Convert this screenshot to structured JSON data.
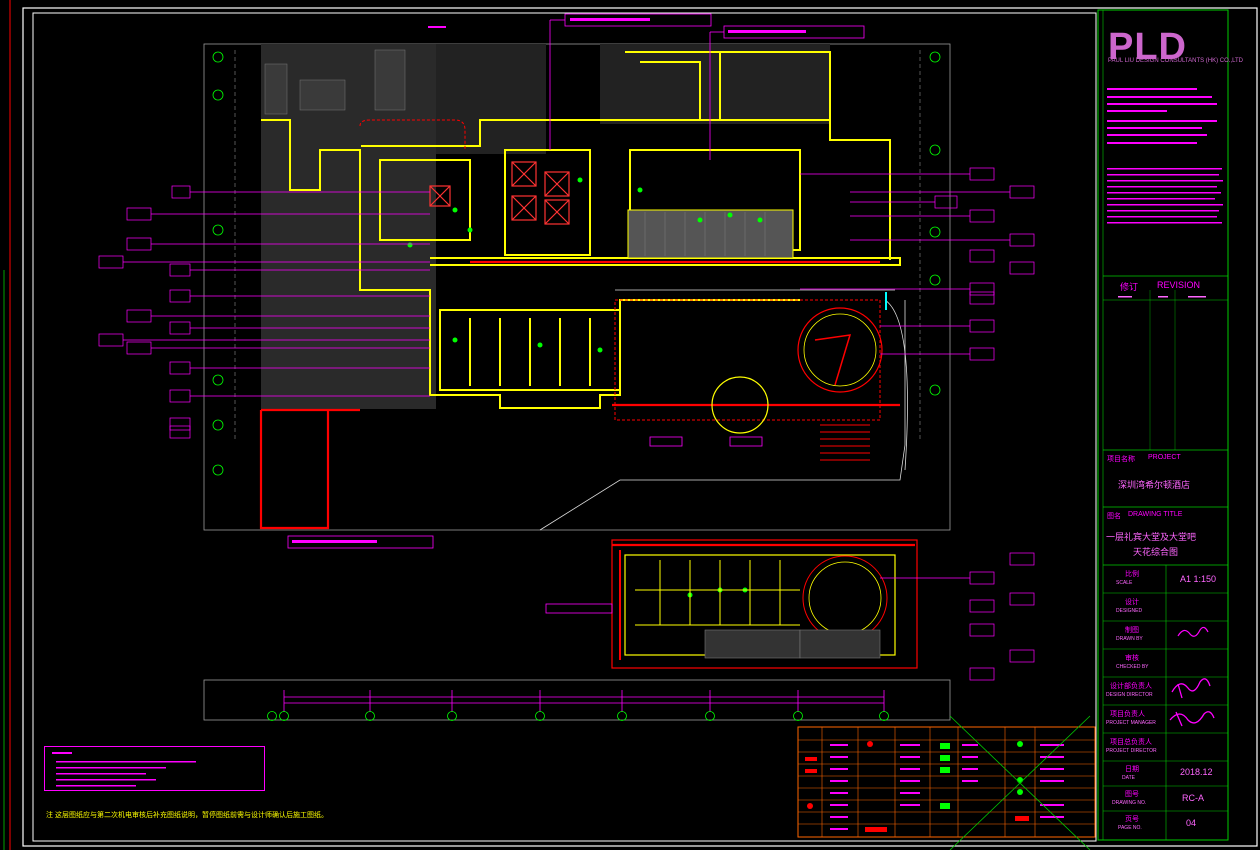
{
  "titleblock": {
    "logo": "PLD",
    "logo_sub": "PAUL LIU DESIGN CONSULTANTS (HK) CO.,LTD",
    "revision_cn": "修订",
    "revision_en": "REVISION",
    "project_cn": "项目名称",
    "project_en": "PROJECT",
    "project_name": "深圳湾希尔顿酒店",
    "drawing_title_cn": "图名",
    "drawing_title_en": "DRAWING TITLE",
    "drawing_title_1": "一层礼宾大堂及大堂吧",
    "drawing_title_2": "天花综合图",
    "scale_cn": "比例",
    "scale_en": "SCALE",
    "scale_value": "A1 1:150",
    "design_cn": "设计",
    "design_en": "DESIGNED",
    "drawn_cn": "制图",
    "drawn_en": "DRAWN BY",
    "checked_cn": "审核",
    "checked_en": "CHECKED BY",
    "design_director_cn": "设计部负责人",
    "design_director_en": "DESIGN DIRECTOR",
    "project_manager_cn": "项目负责人",
    "project_manager_en": "PROJECT MANAGER",
    "project_director_cn": "项目总负责人",
    "project_director_en": "PROJECT DIRECTOR",
    "date_cn": "日期",
    "date_en": "DATE",
    "date_value": "2018.12",
    "drawing_no_cn": "图号",
    "drawing_no_en": "DRAWING NO.",
    "drawing_no_value": "RC-A",
    "page_cn": "页号",
    "page_en": "PAGE NO.",
    "page_value": "04"
  },
  "notes": {
    "bottom_note": "注  这层图纸应与第二次机电审核后补充图纸说明，暂停图纸前需与设计师确认后施工图纸。"
  },
  "colors": {
    "background": "#000000",
    "frame": "#ffffff",
    "titleblock_green": "#00cc00",
    "walls": "#ffff00",
    "annotations": "#ff00ff",
    "highlights": "#ff0000",
    "services": "#00ff00",
    "legend_border": "#ff6600"
  }
}
